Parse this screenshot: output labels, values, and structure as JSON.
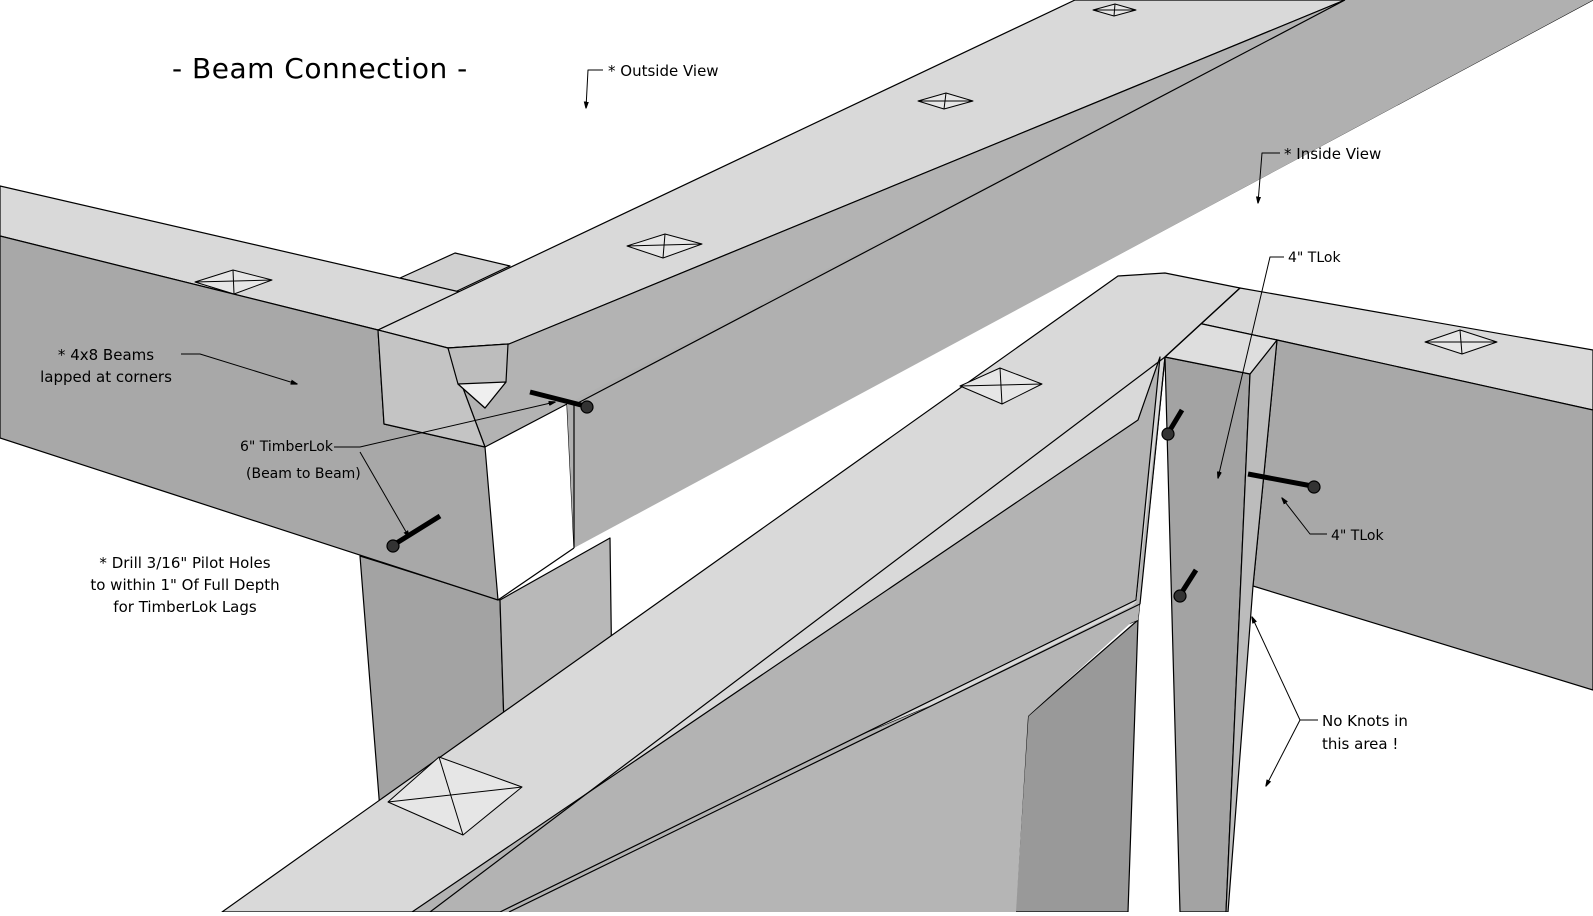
{
  "title": "- Beam Connection -",
  "labels": {
    "outside_view": "* Outside View",
    "inside_view": "* Inside View",
    "beams_line1": "* 4x8 Beams",
    "beams_line2": "lapped at corners",
    "timberlok_6": "6\" TimberLok",
    "beam_to_beam": "(Beam to Beam)",
    "drill_line1": "* Drill 3/16\" Pilot Holes",
    "drill_line2": "to within 1\" Of Full Depth",
    "drill_line3": "for TimberLok Lags",
    "tlok_top": "4\" TLok",
    "tlok_side": "4\" TLok",
    "knots_line1": "No Knots in",
    "knots_line2": "this area !"
  },
  "colors": {
    "beam_top": "#d9d9d9",
    "beam_side": "#b3b3b3",
    "beam_dark": "#9e9e9e",
    "post_side": "#a3a3a3",
    "outline": "#000000",
    "background": "#ffffff"
  }
}
